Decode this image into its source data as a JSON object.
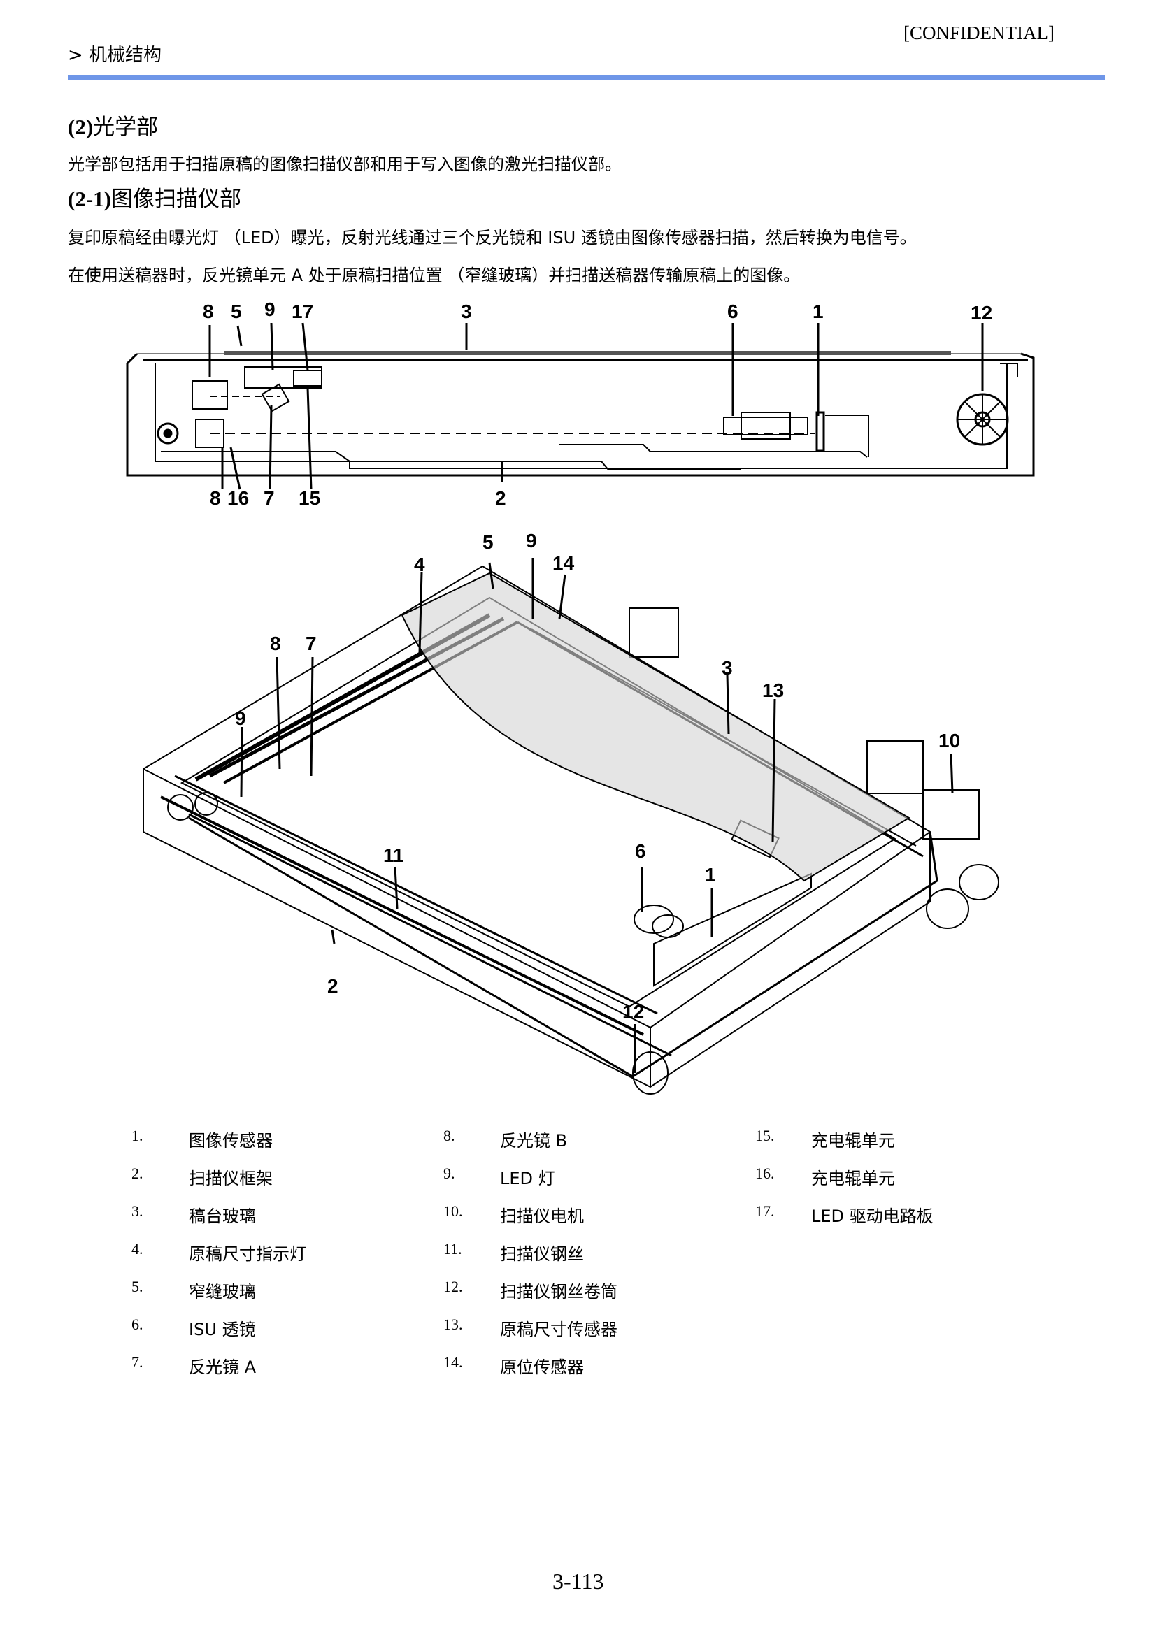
{
  "header": {
    "breadcrumb": "> 机械结构",
    "confidential": "[CONFIDENTIAL]"
  },
  "section": {
    "heading_num": "(2)",
    "heading_text": "光学部",
    "intro": "光学部包括用于扫描原稿的图像扫描仪部和用于写入图像的激光扫描仪部。"
  },
  "subsection": {
    "heading_num": "(2-1)",
    "heading_text": "图像扫描仪部",
    "para1": "复印原稿经由曝光灯 （LED）曝光，反射光线通过三个反光镜和 ISU 透镜由图像传感器扫描，然后转换为电信号。",
    "para2": "在使用送稿器时，反光镜单元 A 处于原稿扫描位置 （窄缝玻璃）并扫描送稿器传输原稿上的图像。"
  },
  "figure_top": {
    "callouts_top": [
      "8",
      "5",
      "9",
      "17",
      "3",
      "6",
      "1",
      "12"
    ],
    "callouts_bottom": [
      "8",
      "16",
      "7",
      "15",
      "2"
    ]
  },
  "figure_iso": {
    "callouts": [
      "5",
      "9",
      "4",
      "14",
      "8",
      "7",
      "3",
      "13",
      "9",
      "10",
      "6",
      "11",
      "1",
      "2",
      "12"
    ]
  },
  "legend": [
    {
      "num": "1.",
      "label": "图像传感器"
    },
    {
      "num": "2.",
      "label": "扫描仪框架"
    },
    {
      "num": "3.",
      "label": "稿台玻璃"
    },
    {
      "num": "4.",
      "label": "原稿尺寸指示灯"
    },
    {
      "num": "5.",
      "label": "窄缝玻璃"
    },
    {
      "num": "6.",
      "label": "ISU 透镜"
    },
    {
      "num": "7.",
      "label": "反光镜 A"
    },
    {
      "num": "8.",
      "label": "反光镜 B"
    },
    {
      "num": "9.",
      "label": "LED 灯"
    },
    {
      "num": "10.",
      "label": "扫描仪电机"
    },
    {
      "num": "11.",
      "label": "扫描仪钢丝"
    },
    {
      "num": "12.",
      "label": "扫描仪钢丝卷筒"
    },
    {
      "num": "13.",
      "label": "原稿尺寸传感器"
    },
    {
      "num": "14.",
      "label": "原位传感器"
    },
    {
      "num": "15.",
      "label": "充电辊单元"
    },
    {
      "num": "16.",
      "label": "充电辊单元"
    },
    {
      "num": "17.",
      "label": "LED 驱动电路板"
    }
  ],
  "footer": {
    "page_number": "3-113"
  },
  "colors": {
    "rule": "#6f96e8",
    "glass_shade": "#d4d4d4"
  }
}
